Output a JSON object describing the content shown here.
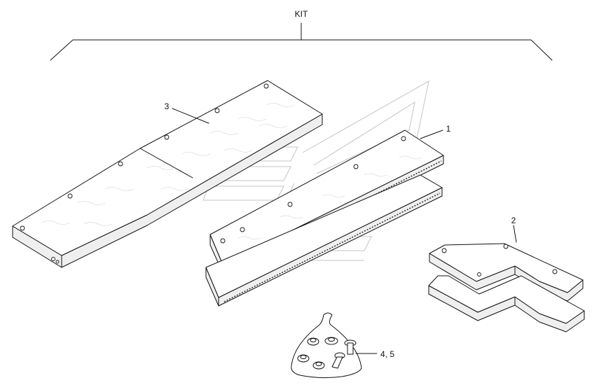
{
  "title": "KIT",
  "callouts": {
    "part1": "1",
    "part2": "2",
    "part3": "3",
    "part45": "4, 5"
  }
}
